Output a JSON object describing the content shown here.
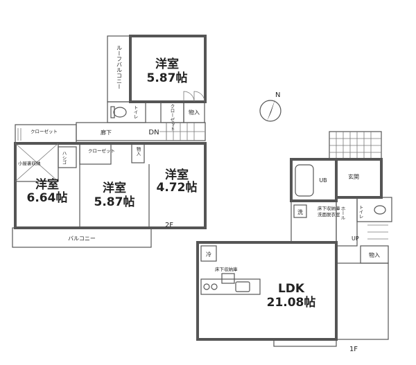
{
  "north": "N",
  "floor2": {
    "label": "2F",
    "roof_balcony": "ルーフバルコニー",
    "room_top": {
      "name": "洋室",
      "size": "5.87帖"
    },
    "toilet": "トイレ",
    "closet_small": "クローゼット",
    "storage": "物入",
    "hallway": "廊下",
    "stairs_dir": "DN",
    "closet_left": "クローゼット",
    "closet_mid": "クローゼット",
    "attic_storage": "小屋裏収納",
    "attic_ladder": "ハシゴ",
    "room_left": {
      "name": "洋室",
      "size": "6.64帖"
    },
    "room_mid": {
      "name": "洋室",
      "size": "5.87帖"
    },
    "room_right": {
      "name": "洋室",
      "size": "4.72帖"
    },
    "storage_small": "物入",
    "balcony": "バルコニー"
  },
  "floor1": {
    "label": "1F",
    "entrance": "玄関",
    "bath": "UB",
    "washer": "洗",
    "washroom": "洗面脱衣室",
    "washroom_storage": "床下収納庫",
    "hall": "ホール",
    "toilet": "トイレ",
    "stairs_dir": "UP",
    "storage": "物入",
    "fridge": "冷",
    "floor_storage": "床下収納庫",
    "ldk": {
      "name": "LDK",
      "size": "21.08帖"
    }
  }
}
